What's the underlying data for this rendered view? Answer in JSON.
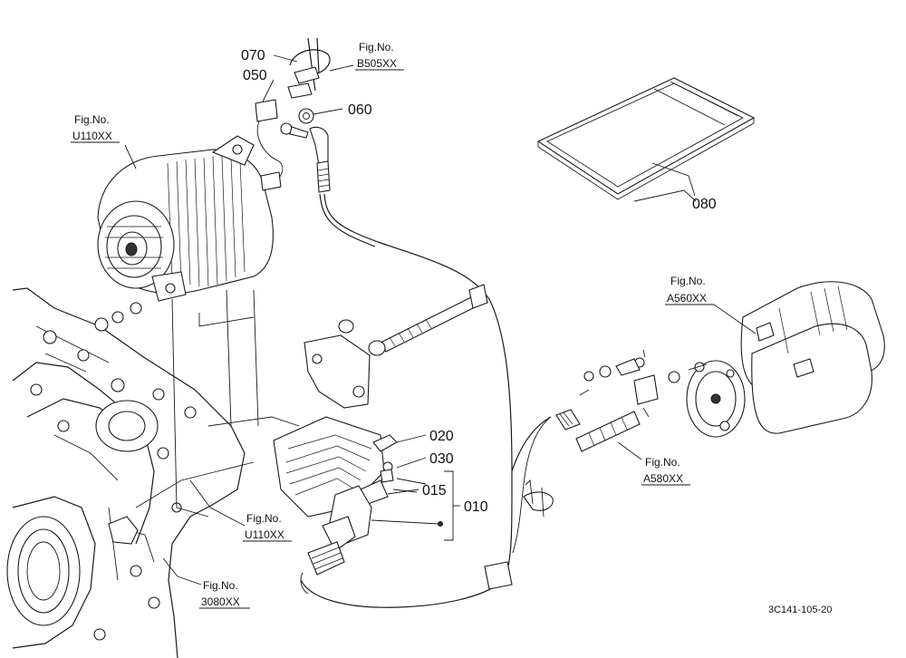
{
  "callouts": {
    "c070": "070",
    "c050": "050",
    "c060": "060",
    "c080": "080",
    "c020": "020",
    "c030": "030",
    "c015": "015",
    "c010": "010"
  },
  "figure_refs": {
    "b505": {
      "label": "Fig.No.",
      "code": "B505XX"
    },
    "u110_top": {
      "label": "Fig.No.",
      "code": "U110XX"
    },
    "a560": {
      "label": "Fig.No.",
      "code": "A560XX"
    },
    "a580": {
      "label": "Fig.No.",
      "code": "A580XX"
    },
    "u110_bottom": {
      "label": "Fig.No.",
      "code": "U110XX"
    },
    "f3080": {
      "label": "Fig.No.",
      "code": "3080XX"
    }
  },
  "drawing_code": "3C141-105-20",
  "icons": [
    "alternator-icon",
    "starter-motor-icon",
    "manual-book-icon",
    "engine-block-icon",
    "harness-icon"
  ]
}
